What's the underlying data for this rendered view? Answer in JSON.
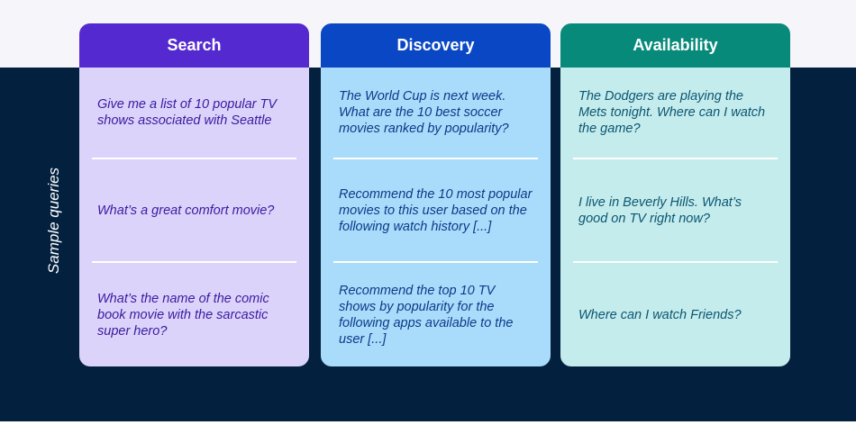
{
  "side_label": "Sample queries",
  "columns": [
    {
      "title": "Search",
      "header_color": "#5429d0",
      "body_color": "#dcd3fb",
      "text_color": "#3a1aa0",
      "queries": [
        "Give me a list of 10 popular TV shows associated with Seattle",
        "What’s a great comfort movie?",
        "What’s the name of the comic book movie with the sarcastic super hero?"
      ]
    },
    {
      "title": "Discovery",
      "header_color": "#0a47c4",
      "body_color": "#a9dcfa",
      "text_color": "#0b3a8a",
      "queries": [
        "The World Cup is next week. What are the 10 best soccer movies ranked by popularity?",
        "Recommend the 10 most popular movies to this user based on the following watch history [...]",
        "Recommend the top 10 TV shows by popularity for the following apps available to the user [...]"
      ]
    },
    {
      "title": "Availability",
      "header_color": "#078a7a",
      "body_color": "#c5ecec",
      "text_color": "#0b5673",
      "queries": [
        "The Dodgers are playing the Mets tonight. Where can I watch the game?",
        "I live in Beverly Hills. What’s good on TV right now?",
        "Where can I watch Friends?"
      ]
    }
  ]
}
